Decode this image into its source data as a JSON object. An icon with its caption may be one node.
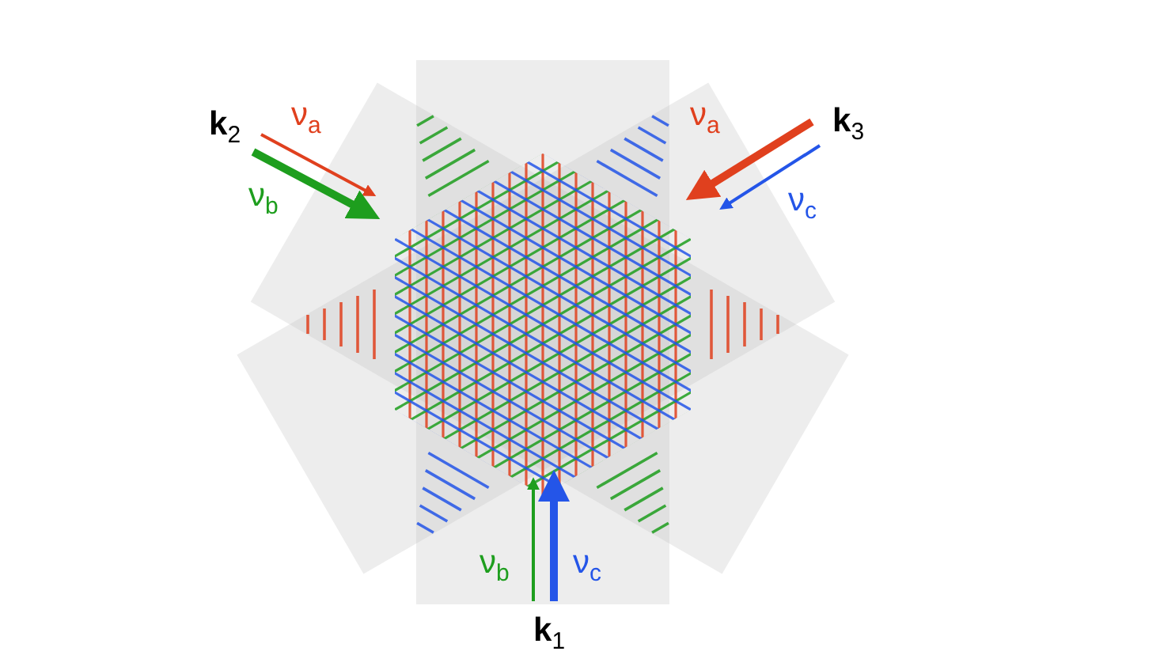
{
  "diagram": {
    "labels": [
      "**k**$_{2}$",
      "ν$_{a}$",
      "ν$_{a}$",
      "**k**$_{3}$",
      "ν$_{b}$",
      "ν$_{c}$",
      "ν$_{b}$",
      "ν$_{c}$",
      "**k**$_{1}$"
    ]
  }
}
